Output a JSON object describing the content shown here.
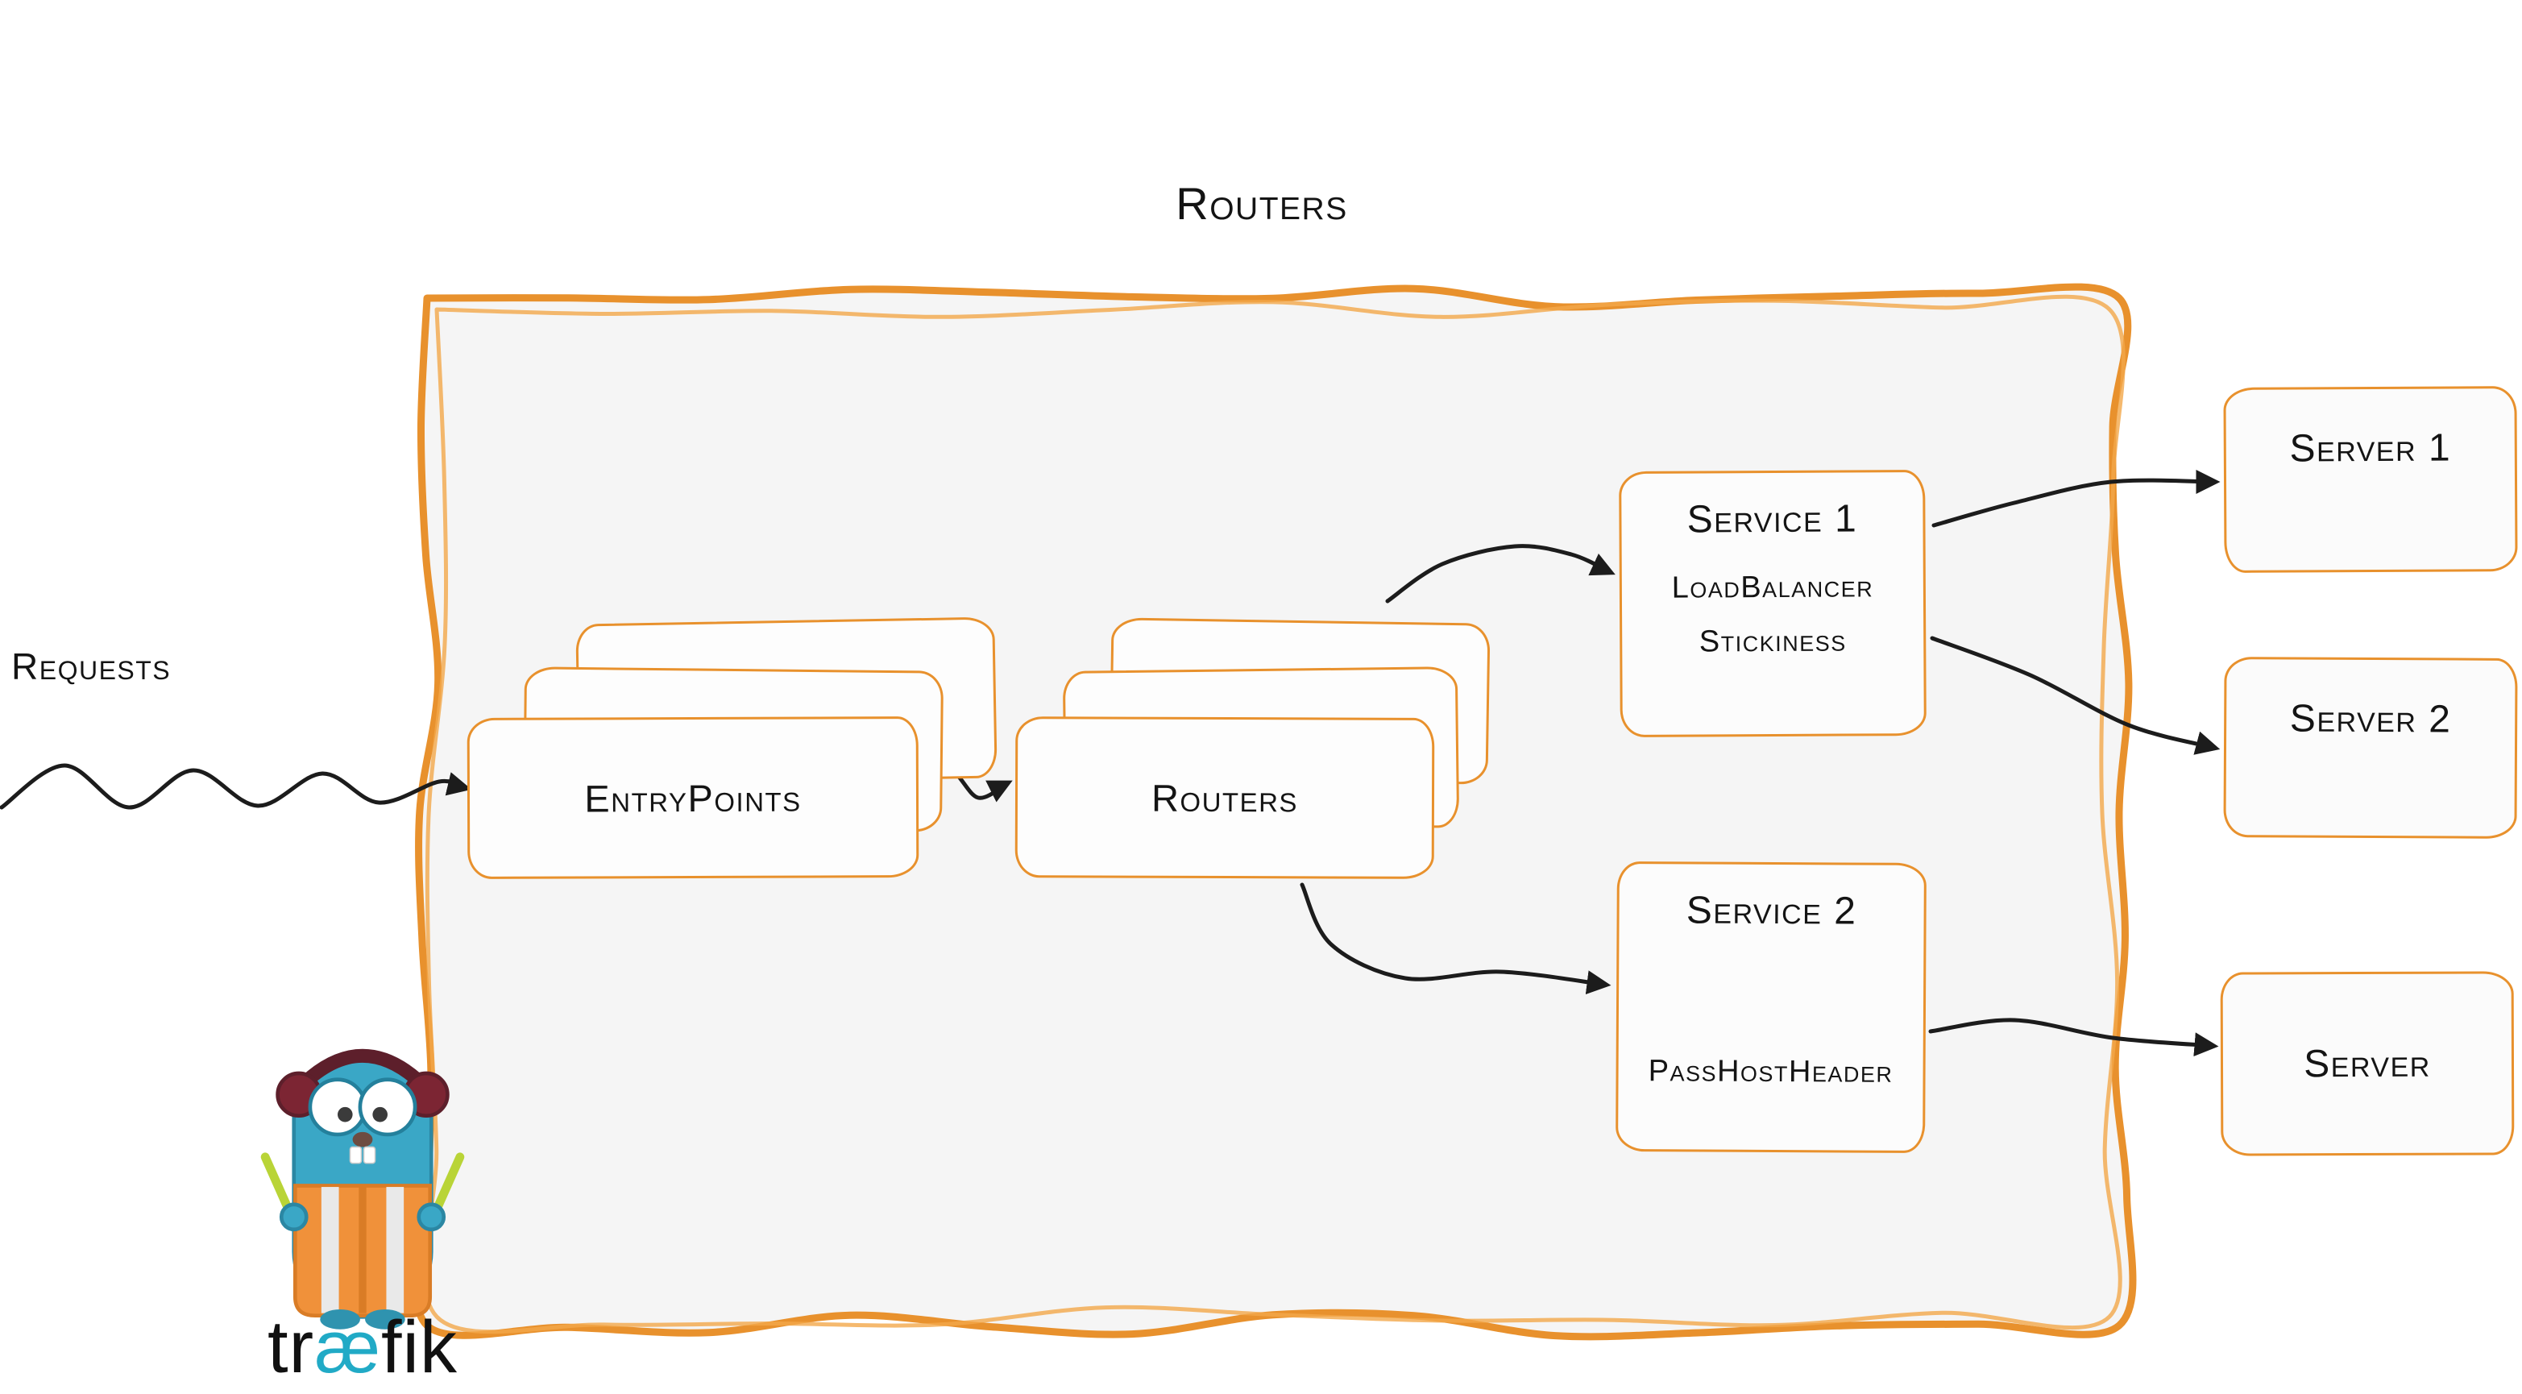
{
  "title": "Routers",
  "requests_label": "Requests",
  "nodes": {
    "entrypoints": {
      "label": "EntryPoints"
    },
    "routers": {
      "label": "Routers"
    },
    "service1": {
      "title": "Service 1",
      "lines": [
        "LoadBalancer",
        "Stickiness"
      ]
    },
    "service2": {
      "title": "Service 2",
      "lines": [
        "PassHostHeader"
      ]
    },
    "server1": {
      "label": "Server 1"
    },
    "server2": {
      "label": "Server 2"
    },
    "server3": {
      "label": "Server"
    }
  },
  "logo": {
    "prefix": "tr",
    "ae": "æ",
    "suffix": "fik"
  },
  "colors": {
    "accent_orange": "#e8912d",
    "accent_orange_light": "#f3a84a",
    "panel_fill": "#f5f5f5",
    "arrow_black": "#1c1c1c",
    "teal": "#21aac6"
  }
}
